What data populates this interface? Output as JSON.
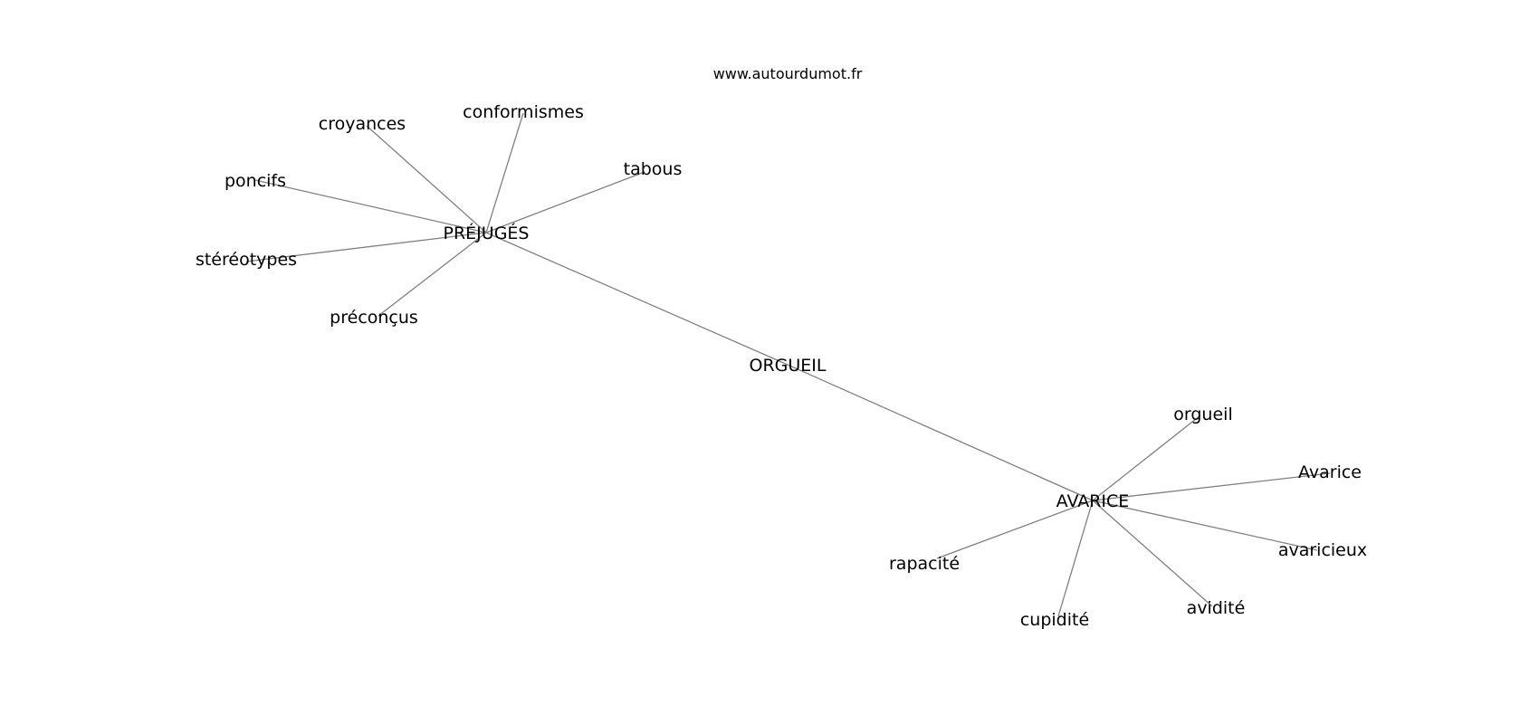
{
  "source": "www.autourdumot.fr",
  "center": "ORGUEIL",
  "hubs": [
    {
      "label": "PRÉJUGÉS",
      "neighbors": [
        "croyances",
        "conformismes",
        "tabous",
        "poncifs",
        "stéréotypes",
        "préconçus"
      ]
    },
    {
      "label": "AVARICE",
      "neighbors": [
        "orgueil",
        "Avarice",
        "avaricieux",
        "avidité",
        "cupidité",
        "rapacité"
      ]
    }
  ],
  "colors": {
    "edge": "#808080",
    "text": "#000000",
    "background": "#ffffff"
  }
}
